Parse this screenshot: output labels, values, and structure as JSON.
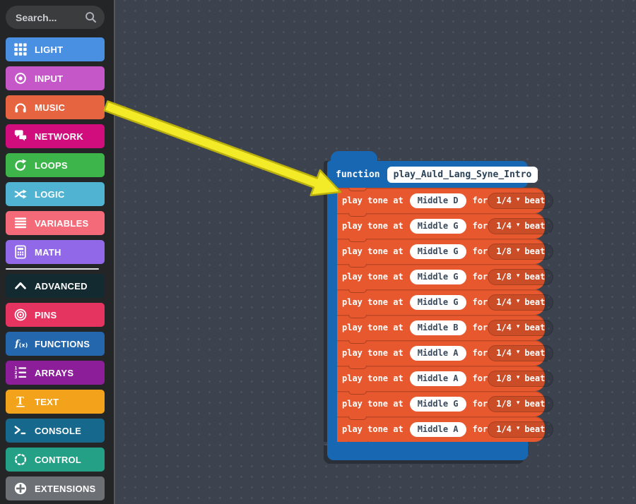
{
  "theme": {
    "canvas_bg": "#3d434e",
    "sidebar_bg": "#232527",
    "function_blue": "#1767b2",
    "music_orange": "#e8582e"
  },
  "sidebar": {
    "search": {
      "placeholder": "Search...",
      "icon": "search-icon"
    },
    "groups": [
      {
        "items": [
          {
            "name": "sidebar-item-light",
            "label": "LIGHT",
            "color": "#4a90e2",
            "icon": "grid",
            "icon_name": "grid-icon"
          },
          {
            "name": "sidebar-item-input",
            "label": "INPUT",
            "color": "#c557c9",
            "icon": "input-dot",
            "icon_name": "circle-dot-icon"
          },
          {
            "name": "sidebar-item-music",
            "label": "MUSIC",
            "color": "#e66440",
            "icon": "headphones",
            "icon_name": "headphones-icon"
          },
          {
            "name": "sidebar-item-network",
            "label": "NETWORK",
            "color": "#d10d7d",
            "icon": "chat",
            "icon_name": "chat-bubbles-icon"
          },
          {
            "name": "sidebar-item-loops",
            "label": "LOOPS",
            "color": "#3db54a",
            "icon": "loop",
            "icon_name": "loop-arrow-icon"
          },
          {
            "name": "sidebar-item-logic",
            "label": "LOGIC",
            "color": "#4fb3d1",
            "icon": "shuffle",
            "icon_name": "shuffle-icon"
          },
          {
            "name": "sidebar-item-variables",
            "label": "VARIABLES",
            "color": "#f56a79",
            "icon": "lines",
            "icon_name": "list-lines-icon"
          },
          {
            "name": "sidebar-item-math",
            "label": "MATH",
            "color": "#9168e8",
            "icon": "calculator",
            "icon_name": "calculator-icon"
          }
        ]
      },
      {
        "items": [
          {
            "name": "sidebar-item-advanced",
            "label": "ADVANCED",
            "color": "#132a31",
            "icon": "chevron-up",
            "icon_name": "chevron-up-icon"
          },
          {
            "name": "sidebar-item-pins",
            "label": "PINS",
            "color": "#e63461",
            "icon": "rings",
            "icon_name": "target-rings-icon"
          },
          {
            "name": "sidebar-item-functions",
            "label": "FUNCTIONS",
            "color": "#2467ac",
            "icon": "fx",
            "icon_name": "fx-icon"
          },
          {
            "name": "sidebar-item-arrays",
            "label": "ARRAYS",
            "color": "#8c1f99",
            "icon": "numlist",
            "icon_name": "numbered-list-icon"
          },
          {
            "name": "sidebar-item-text",
            "label": "TEXT",
            "color": "#f2a31b",
            "icon": "text",
            "icon_name": "text-t-icon"
          },
          {
            "name": "sidebar-item-console",
            "label": "CONSOLE",
            "color": "#16698d",
            "icon": "console",
            "icon_name": "terminal-icon"
          },
          {
            "name": "sidebar-item-control",
            "label": "CONTROL",
            "color": "#24a087",
            "icon": "dotted-circle",
            "icon_name": "dotted-circle-icon"
          },
          {
            "name": "sidebar-item-extensions",
            "label": "EXTENSIONS",
            "color": "#6c6f74",
            "icon": "plus-circle",
            "icon_name": "plus-circle-icon"
          }
        ]
      }
    ]
  },
  "workspace": {
    "function_block": {
      "keyword": "function",
      "name": "play_Auld_Lang_Syne_Intro",
      "color": "#1767b2"
    },
    "tone_block": {
      "prefix": "play tone at",
      "for_label": "for",
      "beat_label": "beat",
      "dropdown_arrow": "▾",
      "color": "#e8582e"
    },
    "tones": [
      {
        "note": "Middle D",
        "duration": "1/4"
      },
      {
        "note": "Middle G",
        "duration": "1/4"
      },
      {
        "note": "Middle G",
        "duration": "1/8"
      },
      {
        "note": "Middle G",
        "duration": "1/8"
      },
      {
        "note": "Middle G",
        "duration": "1/4"
      },
      {
        "note": "Middle B",
        "duration": "1/4"
      },
      {
        "note": "Middle A",
        "duration": "1/4"
      },
      {
        "note": "Middle A",
        "duration": "1/8"
      },
      {
        "note": "Middle G",
        "duration": "1/8"
      },
      {
        "note": "Middle A",
        "duration": "1/4"
      }
    ],
    "annotation_arrow": {
      "color": "#f3ea28",
      "outline": "#b9b00e",
      "from": "MUSIC category",
      "to": "first play tone block"
    }
  }
}
